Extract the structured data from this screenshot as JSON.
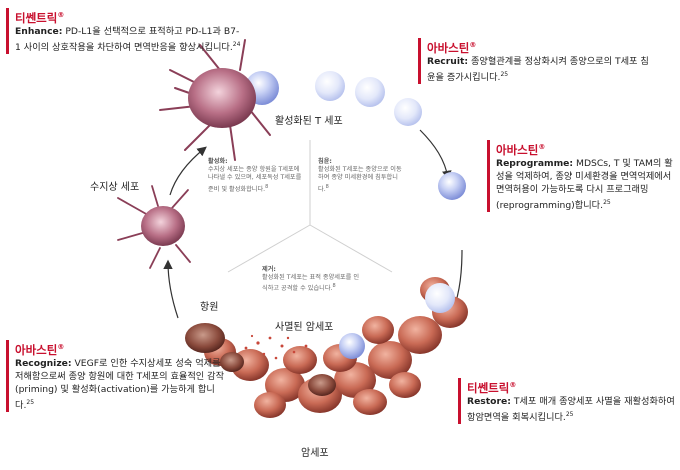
{
  "callouts": {
    "c1": {
      "title": "티쎈트릭",
      "mark": "®",
      "term": "Enhance:",
      "text": " PD-L1을 선택적으로 표적하고 PD-L1과 B7-1 사이의 상호작용을 차단하여 면역반응을 향상시킵니다.",
      "ref": "24"
    },
    "c2": {
      "title": "아바스틴",
      "mark": "®",
      "term": "Recruit:",
      "text": " 종양혈관계를 정상화시켜 종양으로의 T세포 침윤을 증가시킵니다.",
      "ref": "25"
    },
    "c3": {
      "title": "아바스틴",
      "mark": "®",
      "term": "Reprogramme:",
      "text": " MDSCs, T 및 TAM의 활성을 억제하여, 종양 미세환경을 면역억제에서 면역허용이 가능하도록 다시 프로그래밍(reprogramming)합니다.",
      "ref": "25"
    },
    "c4": {
      "title": "아바스틴",
      "mark": "®",
      "term": "Recognize:",
      "text": " VEGF로 인한 수지상세포 성숙 억제를 저해함으로써 종양 항원에 대한 T세포의 효율적인 감작(priming) 및 활성화(activation)를 가능하게 합니다.",
      "ref": "25"
    },
    "c5": {
      "title": "티쎈트릭",
      "mark": "®",
      "term": "Restore:",
      "text": " T세포 매개 종양세포 사멸을 재활성화하여 항암면역을 회복시킵니다.",
      "ref": "25"
    }
  },
  "labels": {
    "activated_t": "활성화된 T 세포",
    "dendritic": "수지상 세포",
    "antigen": "항원",
    "dead_cancer": "사멸된 암세포",
    "cancer": "암세포"
  },
  "notes": {
    "activation": {
      "head": "활성화:",
      "text": "수지상 세포는 종양 항원을 T세포에 나타낼 수 있으며, 세포독성 T세포를 준비 및 활성화합니다.",
      "ref": "8"
    },
    "infiltration": {
      "head": "침윤:",
      "text": "활성화된 T세포는 종양으로 이동하여 종양 미세환경에 침투합니다.",
      "ref": "8"
    },
    "elimination": {
      "head": "제거:",
      "text": "활성화된 T세포는 표적 종양세포를 인식하고 공격할 수 있습니다.",
      "ref": "8"
    }
  },
  "colors": {
    "accent": "#c8102e",
    "tcell": "#a9b8ee",
    "cancer": "#b04a3a",
    "dendritic": "#b05a78"
  }
}
